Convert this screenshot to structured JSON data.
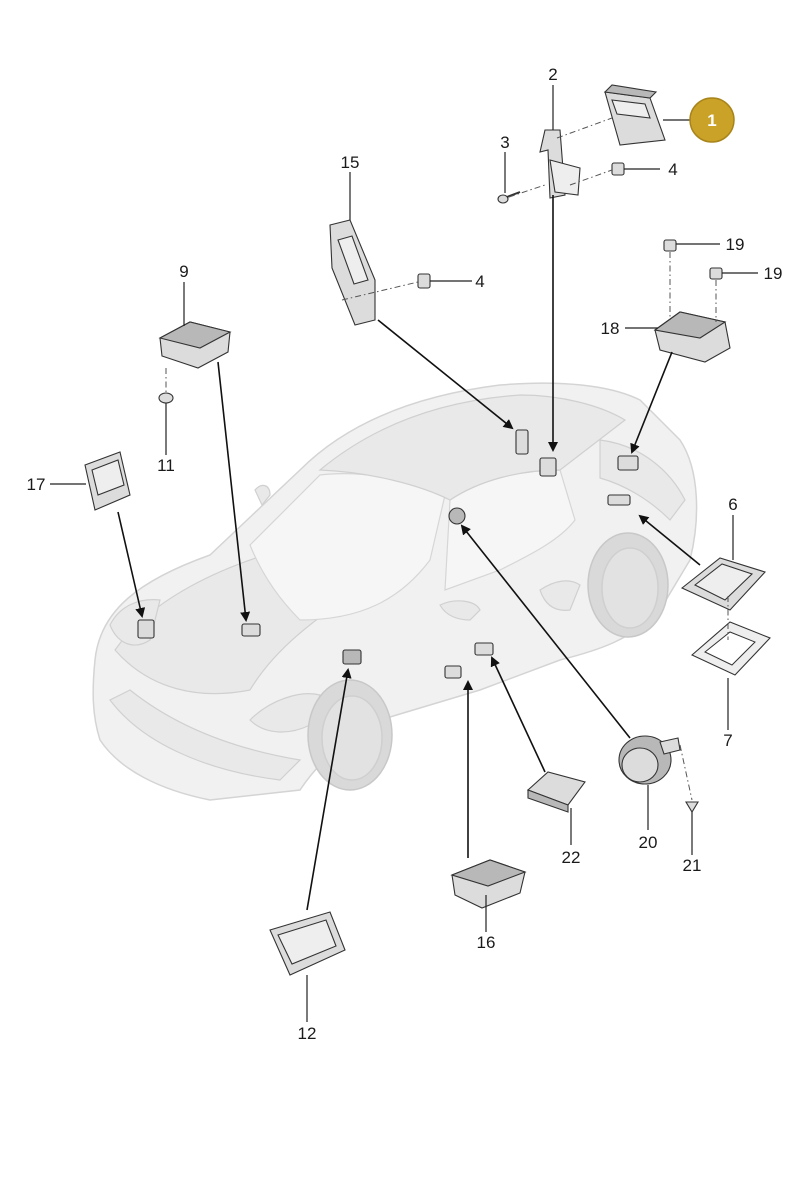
{
  "diagram": {
    "callouts": [
      {
        "id": "c1",
        "text": "1",
        "highlight": true
      },
      {
        "id": "c2",
        "text": "2"
      },
      {
        "id": "c3",
        "text": "3"
      },
      {
        "id": "c4a",
        "text": "4"
      },
      {
        "id": "c4b",
        "text": "4"
      },
      {
        "id": "c6",
        "text": "6"
      },
      {
        "id": "c7",
        "text": "7"
      },
      {
        "id": "c9",
        "text": "9"
      },
      {
        "id": "c11",
        "text": "11"
      },
      {
        "id": "c12",
        "text": "12"
      },
      {
        "id": "c15",
        "text": "15"
      },
      {
        "id": "c16",
        "text": "16"
      },
      {
        "id": "c17",
        "text": "17"
      },
      {
        "id": "c18",
        "text": "18"
      },
      {
        "id": "c19a",
        "text": "19"
      },
      {
        "id": "c19b",
        "text": "19"
      },
      {
        "id": "c20",
        "text": "20"
      },
      {
        "id": "c21",
        "text": "21"
      },
      {
        "id": "c22",
        "text": "22"
      }
    ],
    "colors": {
      "highlight_fill": "#c9a227",
      "highlight_stroke": "#a8841a",
      "line": "#222222",
      "car_body": "#f1f1f1"
    }
  }
}
